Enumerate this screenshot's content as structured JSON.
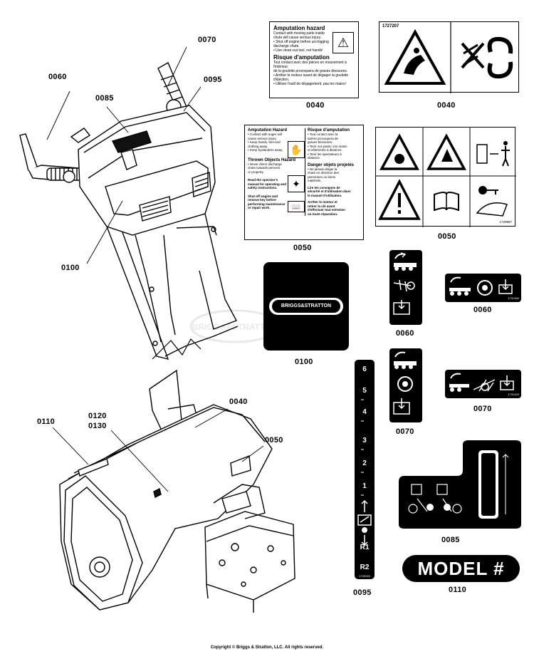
{
  "callouts": {
    "c0070_top": "0070",
    "c0060_left": "0060",
    "c0085_left": "0085",
    "c0095_top": "0095",
    "c0100_left": "0100",
    "c0110_left": "0110",
    "c0120": "0120",
    "c0130": "0130",
    "c0040_mid": "0040",
    "c0050_mid": "0050",
    "c0040_a": "0040",
    "c0040_b": "0040",
    "c0050_a": "0050",
    "c0050_b": "0050",
    "c0100_decal": "0100",
    "c0060_a": "0060",
    "c0060_b": "0060",
    "c0070_a": "0070",
    "c0070_b": "0070",
    "c0085_decal": "0085",
    "c0095_decal": "0095",
    "c0110_decal": "0110"
  },
  "decal_0040a": {
    "title_en": "Amputation hazard",
    "lines_en": [
      "Contact with moving parts inside",
      "chute will cause serious injury.",
      "• Shut off engine before unclogging",
      "  discharge chute.",
      "• Use clean-out tool, not hands!"
    ],
    "title_fr": "Risque d'amputation",
    "lines_fr": [
      "Tout contact avec des pièces en mouvement à l'intérieur",
      "de la goulotte provoquera de graves blessures.",
      "• Arrêter le moteur avant de dégager la goulotte",
      "  d'éjection.",
      "• Utiliser l'outil de dégagement, pas les mains!"
    ]
  },
  "decal_0040b": {
    "part_no": "1727207"
  },
  "decal_0050a": {
    "col1_title1": "Amputation Hazard",
    "col1_lines1": [
      "• Contact with auger will",
      "  cause serious injury.",
      "• Keep hands, feet and",
      "  clothing away.",
      "• Keep bystanders away."
    ],
    "col1_title2": "Thrown Objects Hazard",
    "col1_lines2": [
      "• Never direct discharge",
      "  chute towards persons",
      "  or property."
    ],
    "col1_lines3": [
      "Read the operator's",
      "manual for operating and",
      "safety instructions."
    ],
    "col1_lines4": [
      "Shut off engine and",
      "remove key before",
      "performing maintenance",
      "or repair work."
    ],
    "col2_title1": "Risque d'amputation",
    "col2_lines1": [
      "• Tout contact avec la",
      "  tarière provoquera de",
      "  graves blessures.",
      "• Tenir vos pieds, vos mains",
      "  et vêtements à distance.",
      "• Tenir les spectateurs à",
      "  distance."
    ],
    "col2_title2": "Danger objets projetés",
    "col2_lines2": [
      "• Ne jamais diriger la",
      "  chute en direction des",
      "  personnes ou biens",
      "  matériels."
    ],
    "col2_lines3": [
      "Lire les consignes de",
      "sécurité et d'utilisation dans",
      "le manuel d'utilisation."
    ],
    "col2_lines4": [
      "Arrêter le moteur et",
      "retirer la clé avant",
      "d'effectuer tout entretien",
      "ou toute réparation."
    ]
  },
  "decal_0050b": {
    "part_no": "1729967"
  },
  "decal_0060b": {
    "part_no": "1731450"
  },
  "decal_0070b": {
    "part_no": "1731429"
  },
  "decal_0095": {
    "marks": [
      "6",
      "5",
      "4",
      "3",
      "2",
      "1",
      "R1",
      "R2"
    ],
    "part_no": "1733249"
  },
  "decal_0100": {
    "brand": "BRIGGS&STRATTON"
  },
  "decal_0110": {
    "text": "MODEL #"
  },
  "watermark": "BRIGGS&STRATTON",
  "footer": "Copyright © Briggs & Stratton, LLC. All rights reserved."
}
